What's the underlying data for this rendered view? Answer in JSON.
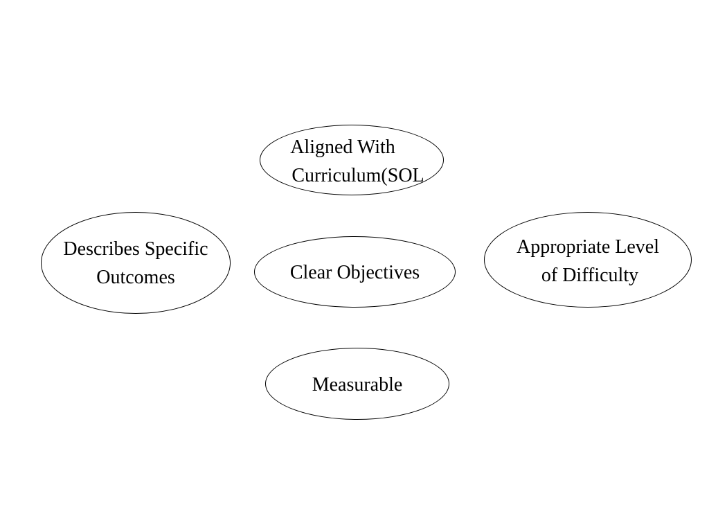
{
  "diagram": {
    "center": {
      "lines": [
        "Clear Objectives"
      ]
    },
    "nodes": {
      "top": {
        "lines": [
          "Aligned With",
          "Curriculum(SOL"
        ]
      },
      "left": {
        "lines": [
          "Describes Specific",
          "Outcomes"
        ]
      },
      "right": {
        "lines": [
          "Appropriate Level",
          "of Difficulty"
        ]
      },
      "bottom": {
        "lines": [
          "Measurable"
        ]
      }
    }
  }
}
